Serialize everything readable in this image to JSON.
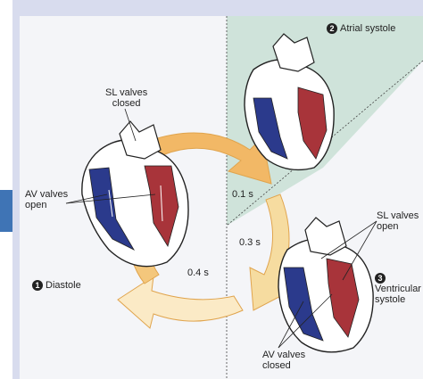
{
  "stages": {
    "diastole": {
      "number": "1",
      "label": "Diastole"
    },
    "atrial_systole": {
      "number": "2",
      "label": "Atrial systole"
    },
    "ventricular_systole": {
      "number": "3",
      "label": "Ventricular systole",
      "line1": "Ventricular",
      "line2": "systole"
    }
  },
  "times": {
    "t1": "0.1 s",
    "t2": "0.3 s",
    "t3": "0.4 s"
  },
  "annotations": {
    "sl_closed": {
      "line1": "SL valves",
      "line2": "closed"
    },
    "av_open": {
      "line1": "AV valves",
      "line2": "open"
    },
    "sl_open": {
      "line1": "SL valves",
      "line2": "open"
    },
    "av_closed": {
      "line1": "AV valves",
      "line2": "closed"
    }
  },
  "colors": {
    "deoxygenated": "#2b3a8c",
    "oxygenated": "#a8343a",
    "arrow": "#f0b35a",
    "atrial_wedge": "#cfe3da"
  }
}
